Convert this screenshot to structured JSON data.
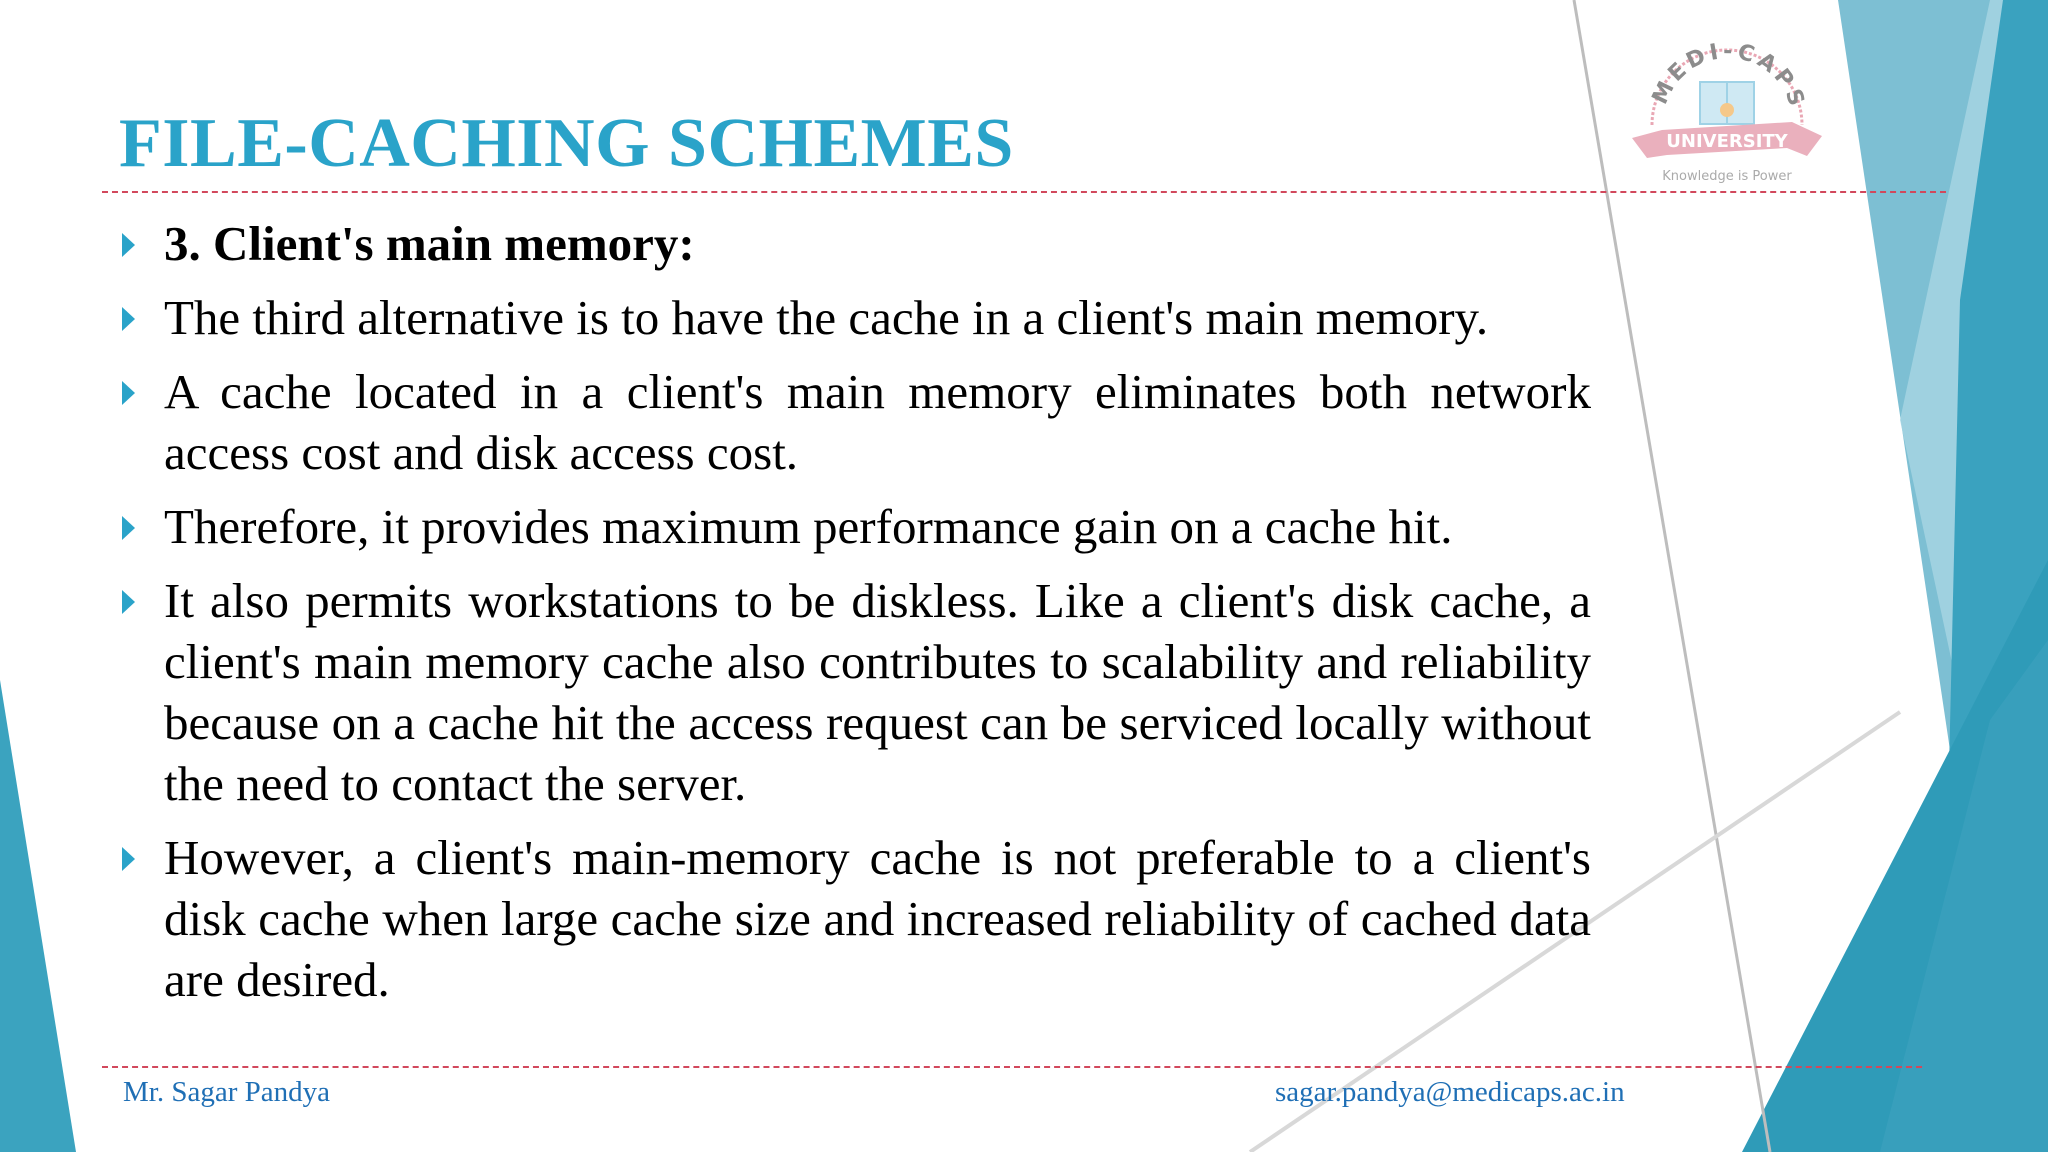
{
  "slide": {
    "title": "FILE-CACHING SCHEMES",
    "bullets": [
      {
        "text": "3. Client's main memory:",
        "bold": true
      },
      {
        "text": "The third alternative is to have the cache in a client's main memory."
      },
      {
        "text": "A cache located in a client's main memory eliminates both network access cost and disk access cost."
      },
      {
        "text": "Therefore, it provides maximum performance gain on a cache hit."
      },
      {
        "text": "It also permits workstations to be diskless. Like a client's disk cache, a client's main memory cache also contributes to scalability and reliability because on a cache hit the access request can be serviced locally without the need to contact the server."
      },
      {
        "text": "However, a client's main-memory cache is not preferable to a client's disk cache when large cache size and increased reliability of cached data are desired."
      }
    ]
  },
  "footer": {
    "author": "Mr. Sagar Pandya",
    "email": "sagar.pandya@medicaps.ac.in"
  },
  "logo": {
    "name": "MEDI-CAPS",
    "banner": "UNIVERSITY",
    "tagline": "Knowledge is Power"
  },
  "colors": {
    "title": "#2aa3c9",
    "bullet_arrow": "#2aa3c9",
    "rule": "#d2485c",
    "footer_text": "#1f6fb5",
    "accent_dark": "#2f9bb8",
    "accent_light": "#8ccbdd"
  }
}
